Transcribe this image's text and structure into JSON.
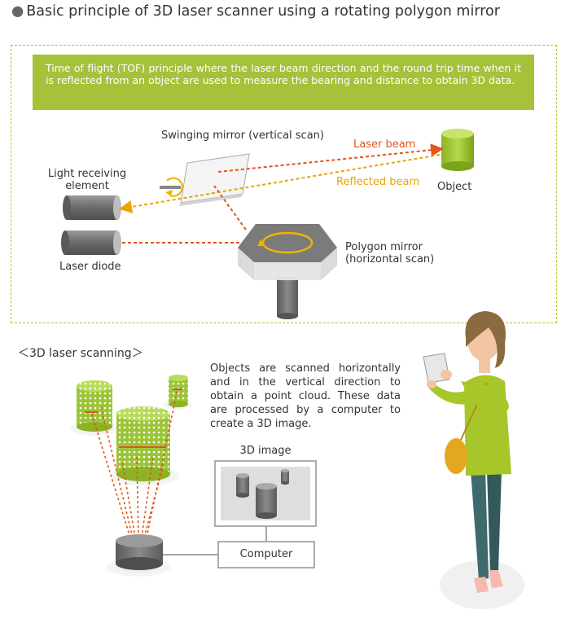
{
  "title": "Basic principle of 3D laser scanner using a rotating polygon mirror",
  "title_bullet": "●",
  "principle_text": "Time of flight (TOF) principle where the laser beam direction and the round trip time when it is reflected from an object are used to measure the bearing and distance to obtain 3D data.",
  "labels": {
    "swinging_mirror": "Swinging mirror (vertical scan)",
    "laser_beam": "Laser beam",
    "reflected_beam": "Reflected beam",
    "object": "Object",
    "light_receiving_line1": "Light receiving",
    "light_receiving_line2": "element",
    "laser_diode": "Laser diode",
    "polygon_mirror_line1": "Polygon mirror",
    "polygon_mirror_line2": "(horizontal scan)"
  },
  "scanning_heading": "＜3D laser scanning＞",
  "scanning_description": "Objects are scanned horizontally and in the vertical direction to obtain a point cloud. These data are processed by a computer to create a 3D image.",
  "image_box_label": "3D image",
  "computer_label": "Computer",
  "colors": {
    "accent_green": "#a5c23a",
    "laser_orange": "#e0561b",
    "reflect_yellow": "#eba300",
    "frame_dash": "#a9c630"
  }
}
